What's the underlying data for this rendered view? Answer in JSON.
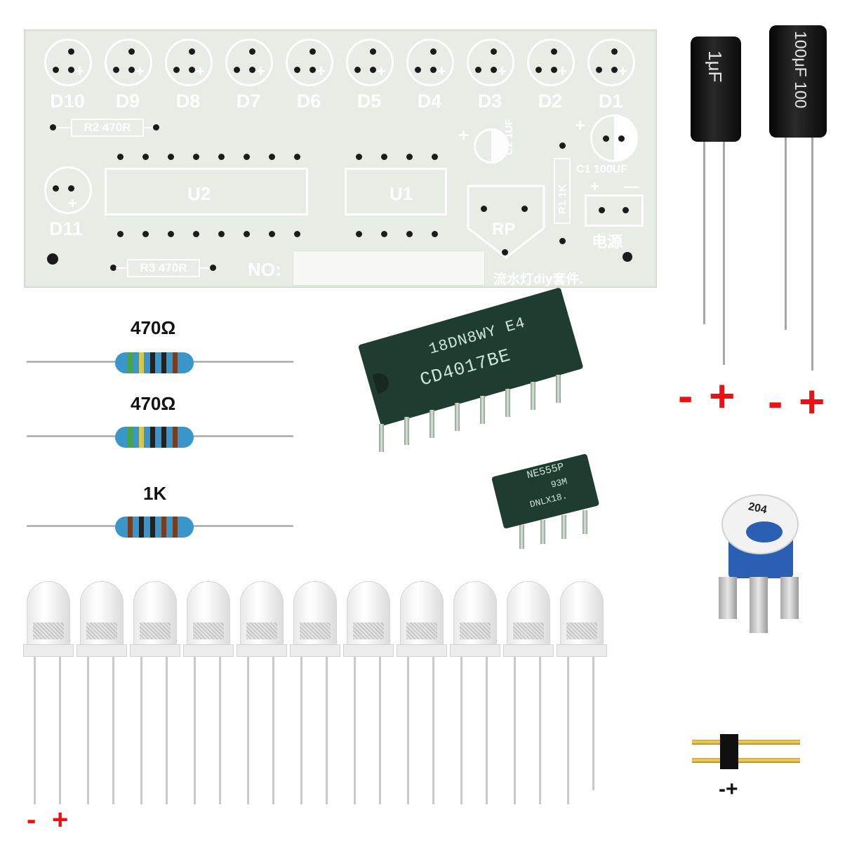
{
  "pcb": {
    "led_labels": [
      "D10",
      "D9",
      "D8",
      "D7",
      "D6",
      "D5",
      "D4",
      "D3",
      "D2",
      "D1"
    ],
    "d11_label": "D11",
    "r2_label": "R2 470R",
    "r3_label": "R3 470R",
    "u2_label": "U2",
    "u1_label": "U1",
    "c2_label": "C2 1UF",
    "c1_label": "C1 100UF",
    "r1_label": "R1 1K",
    "rp_label": "RP",
    "power_label": "电源",
    "power_plus": "+",
    "power_minus": "—",
    "no_label": "NO:",
    "kit_label": "流水灯diy套件."
  },
  "resistors": [
    {
      "label": "470Ω"
    },
    {
      "label": "470Ω"
    },
    {
      "label": "1K"
    }
  ],
  "ics": {
    "cd4017": {
      "line1": "18DN8WY E4",
      "line2": "CD4017BE"
    },
    "ne555": {
      "line1": "NE555P",
      "line2": "93M",
      "line3": "DNLX18."
    }
  },
  "capacitors": {
    "small": {
      "marking": "1μF",
      "polarity_minus": "-",
      "polarity_plus": "+"
    },
    "large": {
      "marking": "100μF 100",
      "polarity_minus": "-",
      "polarity_plus": "+"
    }
  },
  "potentiometer": {
    "marking": "204"
  },
  "header": {
    "polarity": "-+"
  },
  "leds": {
    "count": 11,
    "polarity_minus": "-",
    "polarity_plus": "+"
  },
  "colors": {
    "pcb": "#e7ede5",
    "silkscreen": "#ffffff",
    "resistor_body": "#3a95c9",
    "ic_body": "#1f3c31",
    "polarity_red": "#e11111",
    "pot_blue": "#2a5fb4"
  }
}
